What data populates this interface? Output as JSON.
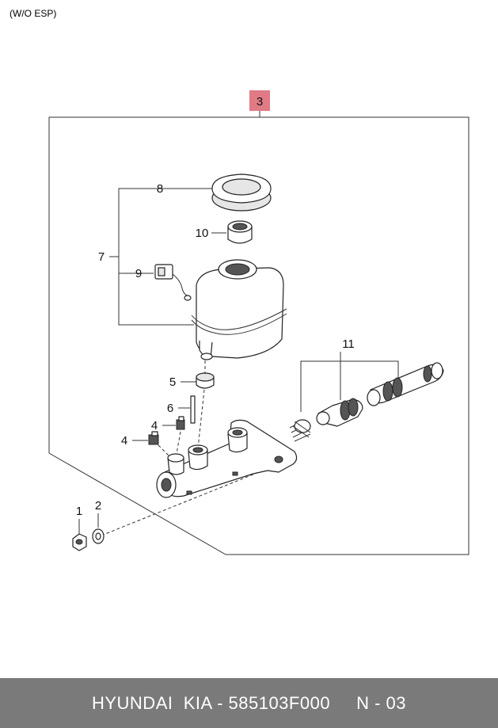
{
  "header": {
    "variant_note": "(W/O ESP)"
  },
  "diagram": {
    "callouts": {
      "assembly": "3",
      "nut": "1",
      "washer": "2",
      "fitting_a": "4",
      "fitting_b": "4",
      "grommet": "5",
      "pin": "6",
      "reservoir_group": "7",
      "cap": "8",
      "sensor": "9",
      "strainer": "10",
      "piston_kit": "11"
    }
  },
  "footer": {
    "text": "HYUNDAI  KIA - 585103F000     N - 03"
  }
}
